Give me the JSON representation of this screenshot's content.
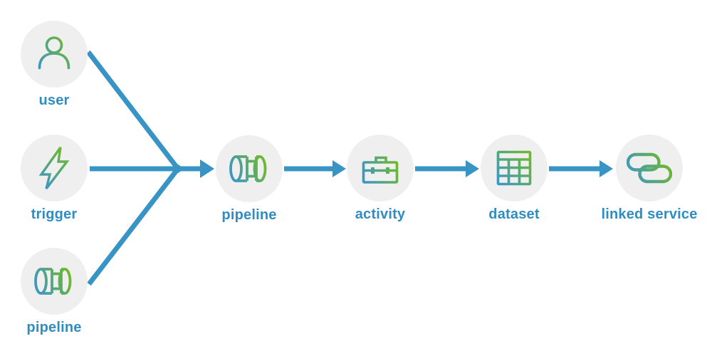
{
  "diagram": {
    "colors": {
      "arrow_blue": "#3994c6",
      "label_blue": "#2f8dc1",
      "icon_blue": "#3b96c8",
      "icon_green": "#71ba26",
      "circle_background": "#efefef",
      "page_background": "#ffffff"
    },
    "nodes": [
      {
        "id": "user",
        "label": "user",
        "icon": "user-icon"
      },
      {
        "id": "trigger",
        "label": "trigger",
        "icon": "lightning-icon"
      },
      {
        "id": "pipeline-source",
        "label": "pipeline",
        "icon": "pipe-icon"
      },
      {
        "id": "pipeline",
        "label": "pipeline",
        "icon": "pipe-icon"
      },
      {
        "id": "activity",
        "label": "activity",
        "icon": "toolbox-icon"
      },
      {
        "id": "dataset",
        "label": "dataset",
        "icon": "table-icon"
      },
      {
        "id": "linked-service",
        "label": "linked service",
        "icon": "chain-link-icon"
      }
    ],
    "edges": [
      {
        "from": "user",
        "to": "pipeline"
      },
      {
        "from": "trigger",
        "to": "pipeline"
      },
      {
        "from": "pipeline-source",
        "to": "pipeline"
      },
      {
        "from": "pipeline",
        "to": "activity"
      },
      {
        "from": "activity",
        "to": "dataset"
      },
      {
        "from": "dataset",
        "to": "linked-service"
      }
    ]
  }
}
